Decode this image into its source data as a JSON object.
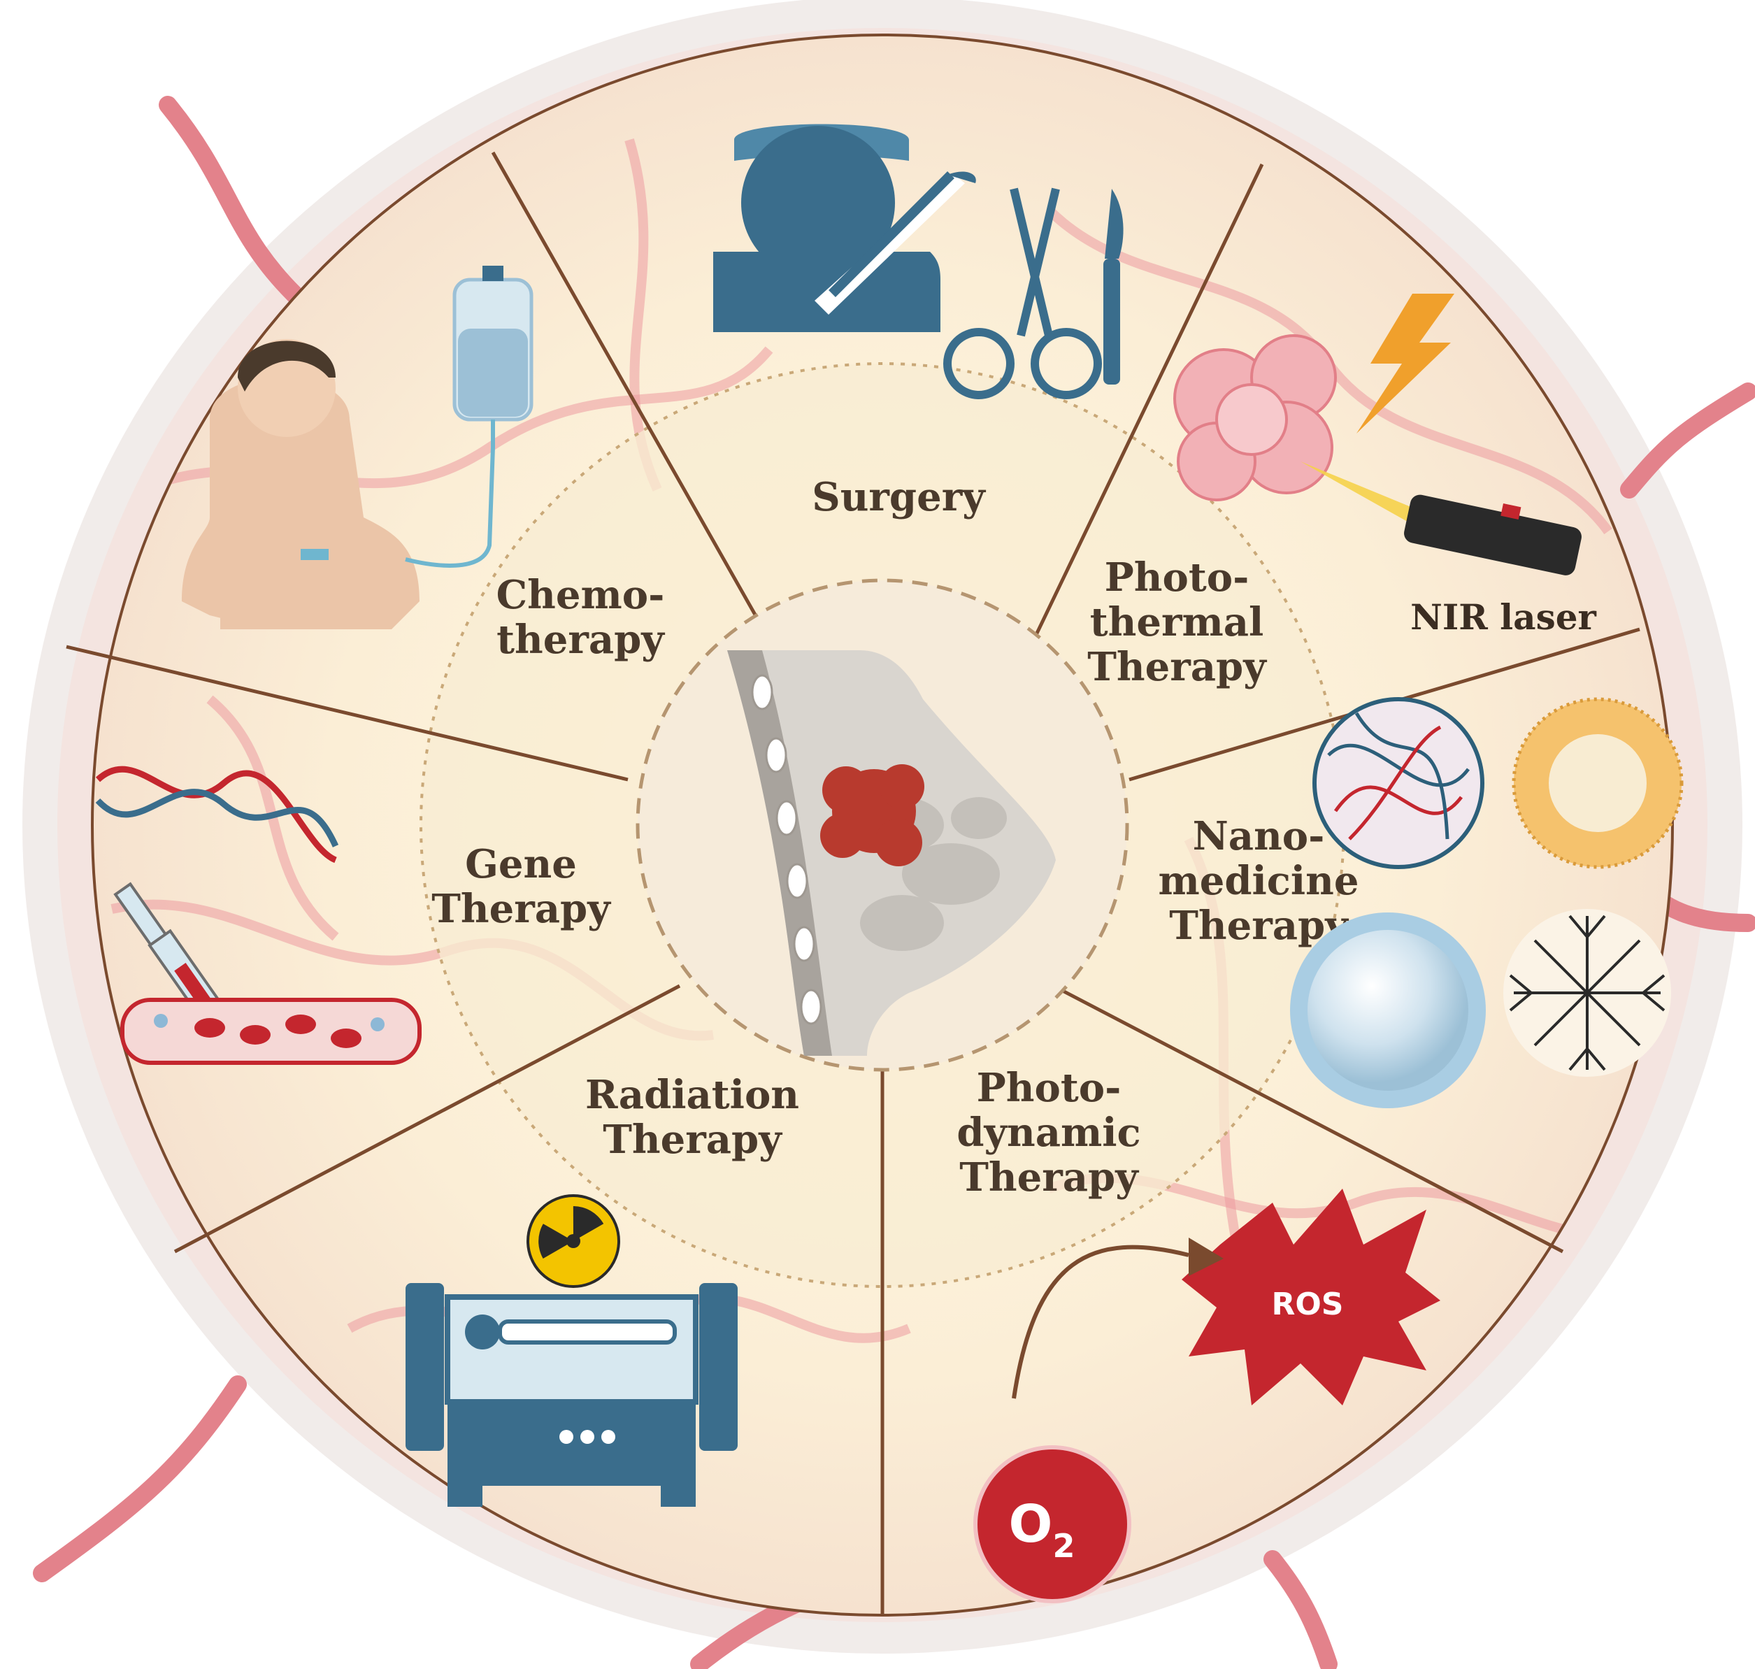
{
  "segments": {
    "surgery": {
      "lines": [
        "Surgery"
      ]
    },
    "chemo": {
      "lines": [
        "Chemo-",
        "therapy"
      ]
    },
    "photothermal": {
      "lines": [
        "Photo-",
        "thermal",
        "Therapy"
      ]
    },
    "nano": {
      "lines": [
        "Nano-",
        "medicine",
        "Therapy"
      ]
    },
    "photodynamic": {
      "lines": [
        "Photo-",
        "dynamic",
        "Therapy"
      ]
    },
    "radiation": {
      "lines": [
        "Radiation",
        "Therapy"
      ]
    },
    "gene": {
      "lines": [
        "Gene",
        "Therapy"
      ]
    }
  },
  "annotations": {
    "nir_laser": "NIR laser",
    "ros": "ROS",
    "oxygen": {
      "symbol": "O",
      "subscript": "2"
    }
  },
  "icons": {
    "surgeon": "surgeon-icon",
    "scissors": "scissors-icon",
    "scalpel": "scalpel-icon",
    "iv_bag": "iv-bag-icon",
    "patient": "patient-icon",
    "tumor_cells": "tumor-cells-icon",
    "lightning": "lightning-icon",
    "laser": "laser-pointer-icon",
    "polymer_nanoparticle": "polymer-nanoparticle-icon",
    "liposome": "liposome-icon",
    "nanosphere": "nanosphere-icon",
    "dendrimer": "dendrimer-icon",
    "dna": "dna-icon",
    "syringe": "syringe-icon",
    "blood_vessel": "blood-vessel-icon",
    "radiation": "radiation-symbol-icon",
    "radiotherapy_machine": "radiotherapy-machine-icon",
    "breast_tumor": "breast-tumor-icon"
  },
  "colors": {
    "vessel": "#e3828b",
    "wheel_bg": "#fbf3e6",
    "inner_ring": "#f8ecd2",
    "divider": "#7a4a2e",
    "icon_blue": "#3a6d8c",
    "ros_red": "#c4262e",
    "tumor": "#b83a2e"
  }
}
